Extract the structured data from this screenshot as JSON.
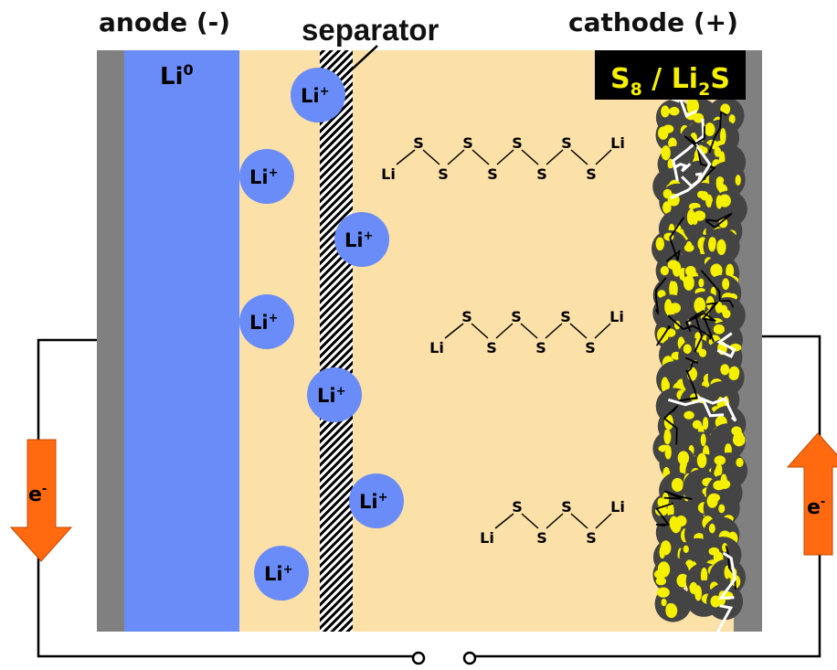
{
  "titles": {
    "anode": "anode (-)",
    "separator": "separator",
    "cathode": "cathode (+)"
  },
  "anode_label": {
    "base": "Li",
    "sup": "0"
  },
  "cathode_label": {
    "a": "S",
    "a_sub": "8",
    "mid": " / Li",
    "b_sub": "2",
    "end": "S"
  },
  "ion": {
    "base": "Li",
    "sup": "+"
  },
  "electron": {
    "base": "e",
    "sup": "-"
  },
  "polysulfides": [
    {
      "sulfur_count": 8,
      "labels": {
        "li": "Li",
        "s": "S"
      }
    },
    {
      "sulfur_count": 6,
      "labels": {
        "li": "Li",
        "s": "S"
      }
    },
    {
      "sulfur_count": 4,
      "labels": {
        "li": "Li",
        "s": "S"
      }
    }
  ],
  "colors": {
    "electrolyte": "#fbe0a8",
    "lithium_metal": "#6a8cf8",
    "current_collector": "#808080",
    "ion": "#6a8cf8",
    "arrow": "#ff6a10",
    "sulfur": "#f5ef00",
    "carbon": "#444444",
    "label_box": "#000000",
    "label_text": "#f5ef00"
  }
}
